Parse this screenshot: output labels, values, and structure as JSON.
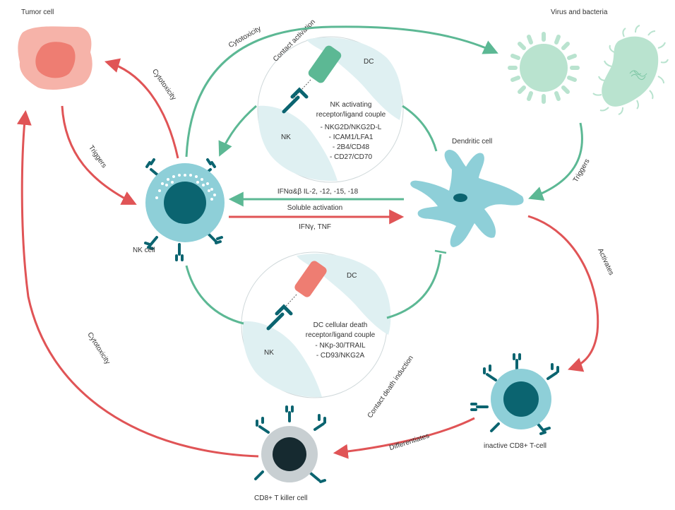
{
  "labels": {
    "tumor_cell": "Tumor cell",
    "virus_bacteria": "Virus and bacteria",
    "nk_cell": "NK cell",
    "dendritic_cell": "Dendritic cell",
    "inactive_cd8": "inactive CD8+ T-cell",
    "cd8_killer": "CD8+ T killer cell"
  },
  "edges": {
    "cytotoxicity_top": "Cytotoxicity",
    "contact_activation": "Contact activation",
    "cytotoxicity_nk_tumor": "Cytotoxicity",
    "triggers_tumor": "Triggers",
    "triggers_virus": "Triggers",
    "cytokines_in": "IFNα&β IL-2, -12, -15, -18",
    "soluble_activation": "Soluble activation",
    "cytokines_out": "IFNγ, TNF",
    "activates": "Activates",
    "differentiates": "Differentiates",
    "cytotoxicity_cd8": "Cytotoxicity",
    "contact_death": "Contact death induction"
  },
  "top_circle": {
    "dc": "DC",
    "nk": "NK",
    "heading_1": "NK activating",
    "heading_2": "receptor/ligand couple",
    "items": [
      "- NKG2D/NKG2D-L",
      "- ICAM1/LFA1",
      "- 2B4/CD48",
      "- CD27/CD70"
    ]
  },
  "bottom_circle": {
    "dc": "DC",
    "nk": "NK",
    "heading_1": "DC cellular death",
    "heading_2": "receptor/ligand couple",
    "items": [
      "- NKp-30/TRAIL",
      "- CD93/NKG2A"
    ]
  },
  "colors": {
    "green": "#5cb894",
    "red": "#e05456",
    "teal_dark": "#0b6470",
    "teal_light": "#8ecfd8",
    "bubble": "#dff0f2",
    "tumor_outer": "#f6b3a9",
    "tumor_inner": "#ee7d72",
    "microbe": "#b9e3cf"
  }
}
